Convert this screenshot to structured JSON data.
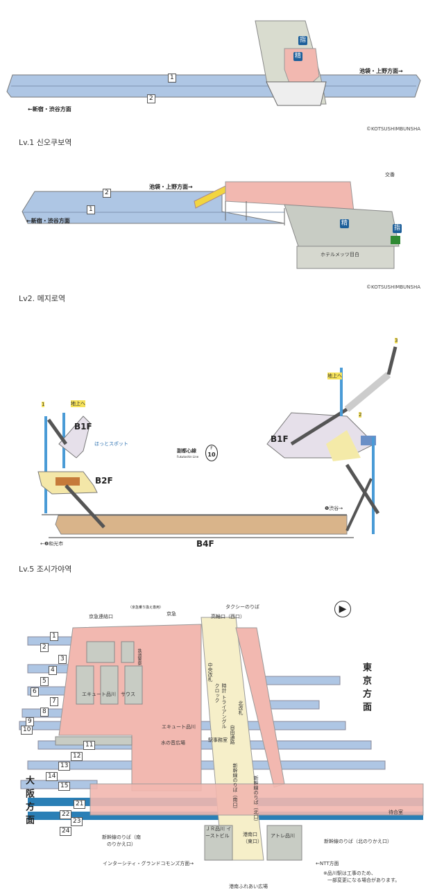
{
  "colors": {
    "platform": "#aec6e4",
    "concourse": "#f2b8b0",
    "building": "#c8ccc4",
    "corridor": "#f6efc9",
    "track_dark": "#2a7fb6",
    "b4f": "#d9b48a"
  },
  "maps": [
    {
      "title": "",
      "copyright": "©KOTSUSHIMBUNSHA",
      "labels": {
        "dir_right": "池袋・上野方面→",
        "dir_left": "←新宿・渋谷方面",
        "platform1": "1",
        "platform2": "2",
        "reserved": "指",
        "fare": "精"
      }
    },
    {
      "title": "Lv.1 신오쿠보역",
      "copyright": "©KOTSUSHIMBUNSHA",
      "labels": {
        "dir_right": "池袋・上野方面→",
        "dir_left": "←新宿・渋谷方面",
        "platform1": "1",
        "platform2": "2",
        "police": "交番",
        "hotel": "ホテルメッツ目白",
        "reserved": "指",
        "fare": "精"
      }
    },
    {
      "title": "Lv2. 메지로역",
      "labels": {
        "b1f_left": "B1F",
        "b2f": "B2F",
        "b1f_right": "B1F",
        "b4f": "B4F",
        "to_ground_left": "地上へ",
        "to_ground_right": "地上へ",
        "hotspot": "ほっとスポット",
        "line_name": "副都心線",
        "line_name_en": "Fukutoshin Line",
        "line_code": "F",
        "line_number": "10",
        "exit1": "1",
        "exit2": "2",
        "exit3": "3",
        "dir_right": "❶渋谷→",
        "dir_left": "←❷和光市"
      }
    },
    {
      "title": "Lv.5 조시가야역",
      "labels": {
        "taxi": "タクシーのりば",
        "keikyu_transfer": "（京急乗り換え専用）",
        "keikyu": "京急",
        "keikyu_gate": "京急連絡口",
        "takanawa": "高輪口（西口）",
        "ecute": "エキュート品川　サウス",
        "central_gate": "中央改札",
        "clock": "時計 トライアングル クロック",
        "station_office": "駅事務室",
        "north_gate": "北改札",
        "ecute2": "エキュート品川",
        "water": "水の音広場",
        "free_passage": "自由通路",
        "rail_office": "鉄道警察",
        "shinkansen_south": "新幹線のりば（南口）",
        "shinkansen_north": "新幹線のりば（北口）",
        "shinkansen_south_transfer": "新幹線のりば（南のりかえ口）",
        "shinkansen_north_transfer": "新幹線のりば（北のりかえ口）",
        "jr_east_bldg": "ＪＲ品川 イーストビル",
        "konan": "港南口（東口）",
        "atre": "アトレ品川",
        "waiting": "待合室",
        "intercity": "インターシティ・グランドコモンズ方面→",
        "ntt": "←NTT方面",
        "note1": "※品川駅は工事のため、",
        "note2": "一部変更になる場合があります。",
        "tokyo_dir": "東京方面",
        "osaka_dir": "大阪方面",
        "konan_plaza": "港南ふれあい広場"
      },
      "platforms": [
        "1",
        "2",
        "3",
        "4",
        "5",
        "6",
        "7",
        "8",
        "9",
        "10",
        "11",
        "12",
        "13",
        "14",
        "15",
        "21",
        "22",
        "23",
        "24"
      ]
    }
  ]
}
